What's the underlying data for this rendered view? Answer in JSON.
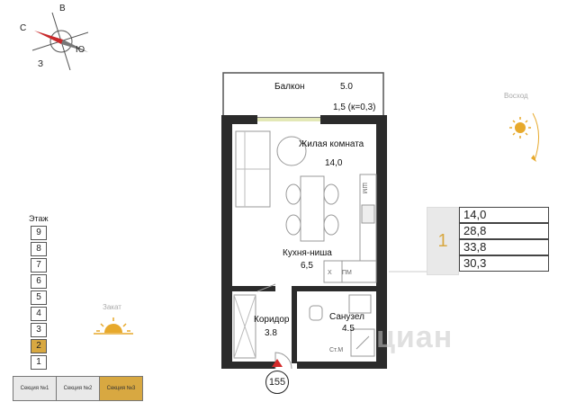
{
  "compass": {
    "n": "С",
    "e": "В",
    "s": "Ю",
    "w": "З"
  },
  "sun": {
    "sunrise": "Восход",
    "sunset": "Закат"
  },
  "floors": {
    "title": "Этаж",
    "items": [
      "9",
      "8",
      "7",
      "6",
      "5",
      "4",
      "3",
      "2",
      "1"
    ],
    "active": "2"
  },
  "sections": {
    "items": [
      "Секция №1",
      "Секция №2",
      "Секция №3"
    ],
    "active": "Секция №3"
  },
  "rooms": {
    "balcony_name": "Балкон",
    "balcony_area": "5.0",
    "balcony_coef": "1,5 (к=0,3)",
    "living_name": "Жилая комната",
    "living_area": "14,0",
    "kitchen_name": "Кухня-ниша",
    "kitchen_area": "6,5",
    "hall_name": "Коридор",
    "hall_area": "3.8",
    "bath_name": "Санузел",
    "bath_area": "4.5"
  },
  "fixtures": {
    "x": "Х",
    "pm": "ПМ",
    "shm": "ШМ",
    "stm": "Ст.М"
  },
  "apartment_number": "155",
  "areas": {
    "index": "1",
    "values": [
      "14,0",
      "28,8",
      "33,8",
      "30,3"
    ]
  },
  "watermark": "циан",
  "colors": {
    "accent": "#d8a841",
    "wall": "#2b2b2b",
    "door_marker": "#d42a2a"
  }
}
